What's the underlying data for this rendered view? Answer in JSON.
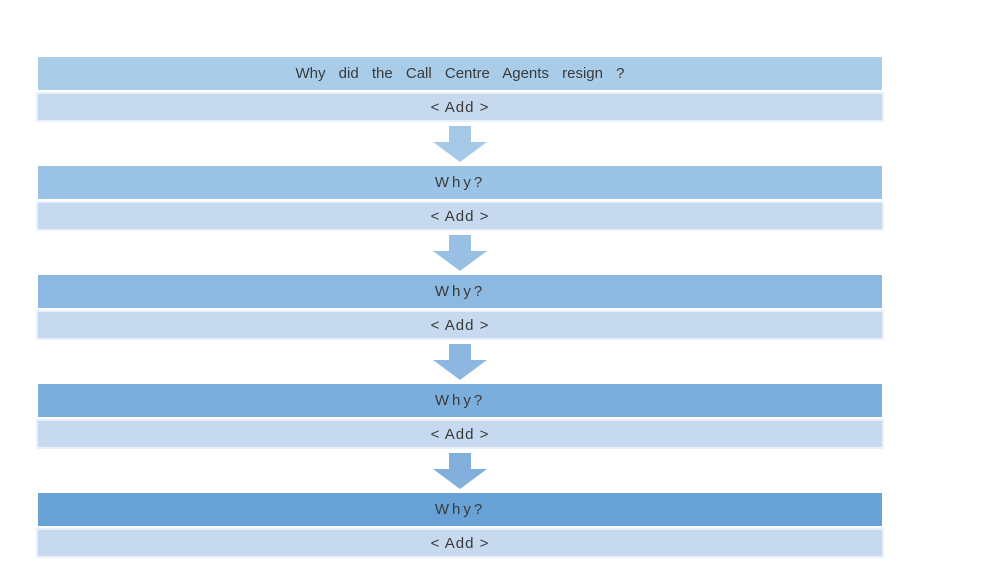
{
  "diagram": {
    "root_question": "Why did the Call Centre Agents resign ?",
    "why_label": "Why?",
    "add_placeholder": "< Add >"
  },
  "sections": [
    {
      "header": "Why did the Call Centre Agents resign ?",
      "add_label": "< Add >",
      "header_color": "#a9cde9",
      "add_color": "#c6d9ee"
    },
    {
      "header": "Why?",
      "add_label": "< Add >",
      "header_color": "#9ac3e6",
      "add_color": "#c6d9ee"
    },
    {
      "header": "Why?",
      "add_label": "< Add >",
      "header_color": "#8bb9e1",
      "add_color": "#c6d9ee"
    },
    {
      "header": "Why?",
      "add_label": "< Add >",
      "header_color": "#7baedd",
      "add_color": "#c6d9ee"
    },
    {
      "header": "Why?",
      "add_label": "< Add >",
      "header_color": "#67a1d6",
      "add_color": "#c6d9ee"
    }
  ],
  "arrows": [
    {
      "color": "#a6c9e8"
    },
    {
      "color": "#99c0e4"
    },
    {
      "color": "#8db7e0"
    },
    {
      "color": "#82afdc"
    }
  ],
  "text_color": "#3a3a3a"
}
